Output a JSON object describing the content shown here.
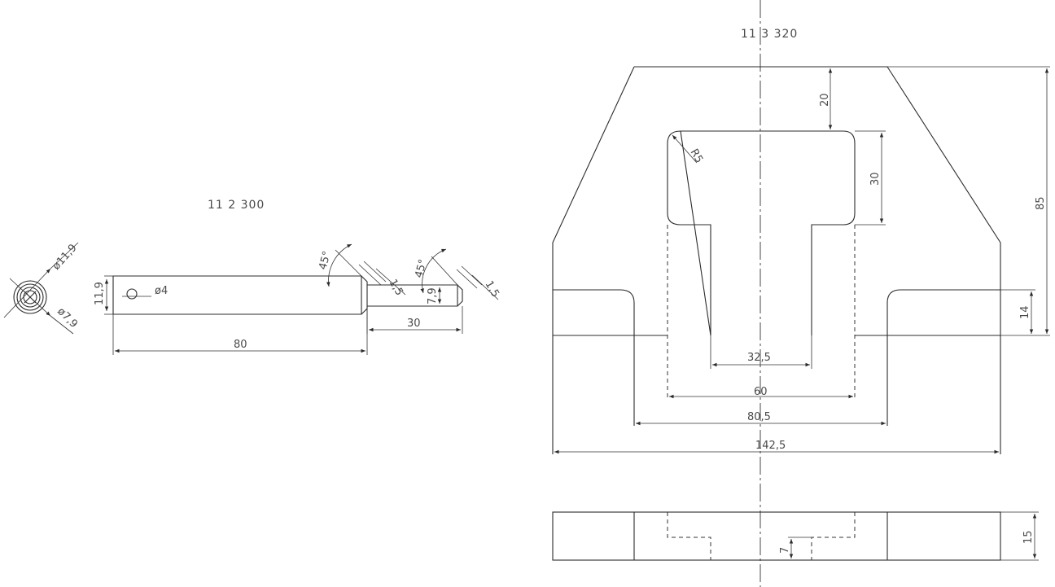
{
  "drawing": {
    "part_a": {
      "code": "11 2 300",
      "dims": {
        "outer_dia": "ø11,9",
        "inner_dia": "ø7,9",
        "side_height": "11,9",
        "hole_dia": "ø4",
        "length_main": "80",
        "length_end": "30",
        "chamfer_angle_1": "45°",
        "chamfer_1": "1,5",
        "chamfer_angle_2": "45°",
        "end_height": "7,9",
        "chamfer_2": "1,5"
      }
    },
    "part_b": {
      "code": "11 3 320",
      "dims": {
        "top_offset": "20",
        "radius": "R5",
        "slot_height": "30",
        "total_height": "85",
        "step_height": "14",
        "neck_width": "32,5",
        "slot_width": "60",
        "step_width": "80,5",
        "total_width": "142,5",
        "thickness": "15",
        "depth": "7"
      }
    }
  }
}
